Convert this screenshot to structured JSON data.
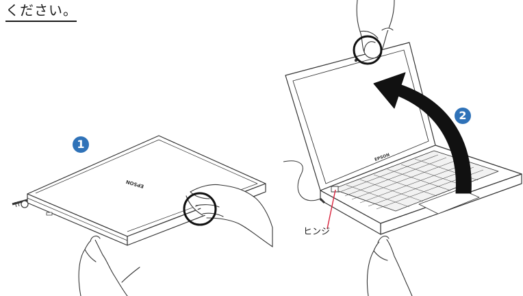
{
  "heading": "ください。",
  "steps": {
    "step1": "1",
    "step2": "2"
  },
  "labels": {
    "hinge": "ヒンジ",
    "brand_closed": "EPSON",
    "brand_open": "EPSON"
  },
  "colors": {
    "step_badge": "#2f72b8",
    "leader_line": "#d9203a",
    "arrow_fill": "#111111",
    "line_art": "#333333"
  },
  "icons": {
    "step_badge": "numbered-circle-icon",
    "lift_arrow": "curved-arrow-icon",
    "highlight": "circle-highlight-icon"
  }
}
